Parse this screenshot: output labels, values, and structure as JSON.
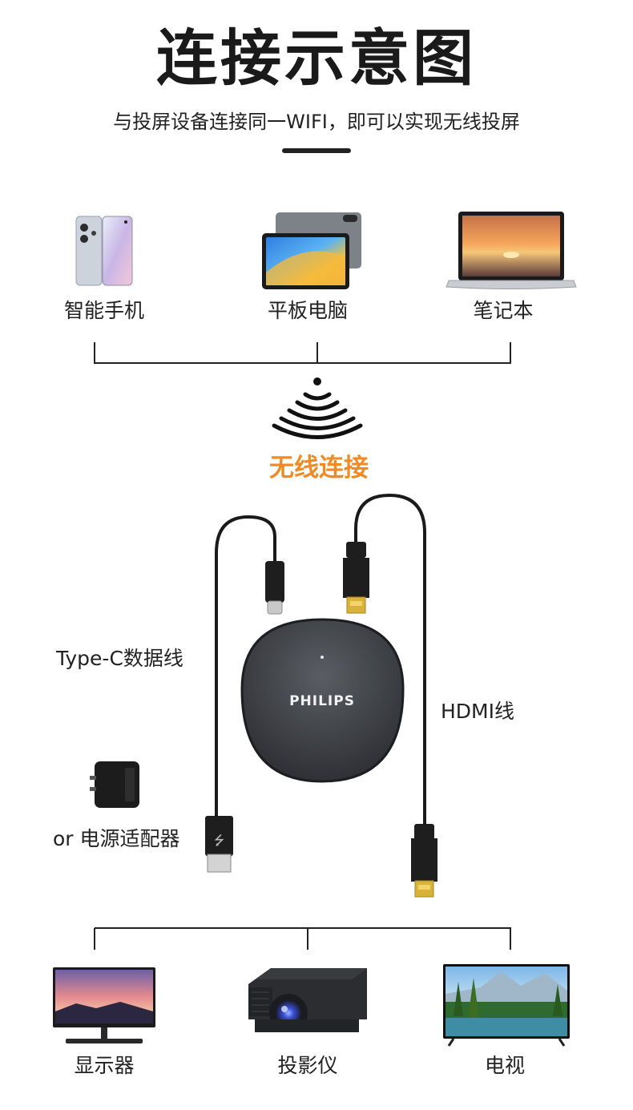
{
  "header": {
    "title": "连接示意图",
    "subtitle": "与投屏设备连接同一WIFI，即可以实现无线投屏"
  },
  "source_devices": [
    {
      "label": "智能手机",
      "icon": "smartphone-icon"
    },
    {
      "label": "平板电脑",
      "icon": "tablet-icon"
    },
    {
      "label": "笔记本",
      "icon": "laptop-icon"
    }
  ],
  "wireless": {
    "label": "无线连接",
    "icon": "wifi-signal-icon",
    "color": "#f08a24"
  },
  "receiver": {
    "brand": "PHILIPS"
  },
  "cables": {
    "typec_label": "Type-C数据线",
    "adapter_label": "or 电源适配器",
    "hdmi_label": "HDMI线"
  },
  "display_devices": [
    {
      "label": "显示器",
      "icon": "monitor-icon"
    },
    {
      "label": "投影仪",
      "icon": "projector-icon"
    },
    {
      "label": "电视",
      "icon": "tv-icon"
    }
  ],
  "colors": {
    "accent": "#f08a24",
    "text": "#222222",
    "cable": "#1a1a1a",
    "connector_gold": "#d9b23a"
  }
}
